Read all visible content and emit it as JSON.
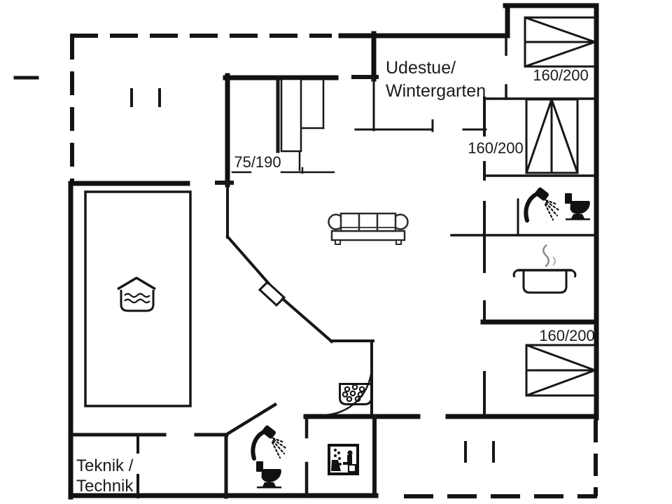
{
  "floorplan": {
    "rooms": {
      "conservatory_line1": "Udestue/",
      "conservatory_line2": "Wintergarten",
      "technical_line1": "Teknik /",
      "technical_line2": "Technik"
    },
    "beds": [
      {
        "name": "single-bed-top",
        "size": "75/190"
      },
      {
        "name": "double-bed-top-right",
        "size": "160/200"
      },
      {
        "name": "double-bed-middle-right",
        "size": "160/200"
      },
      {
        "name": "double-bed-bottom-right",
        "size": "160/200"
      }
    ],
    "icons": [
      "swimming-pool-icon",
      "sofa-icon",
      "shower-icon",
      "toilet-icon",
      "cooking-pot-icon",
      "whirlpool-icon",
      "sauna-icon"
    ],
    "colors": {
      "wall": "#111111",
      "background": "#ffffff",
      "steam": "#8a8a8a"
    }
  }
}
